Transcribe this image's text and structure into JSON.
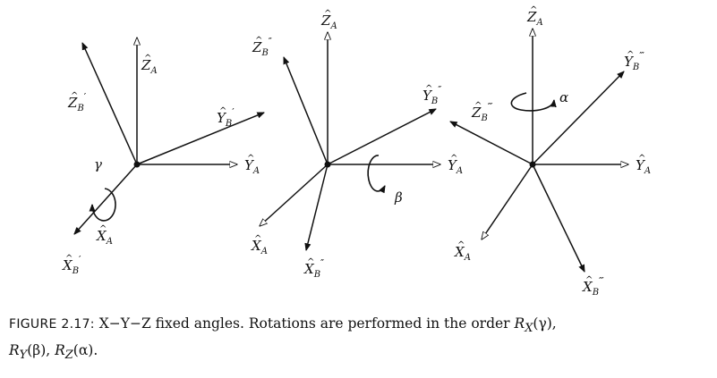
{
  "figure": {
    "panels": [
      {
        "axes": {
          "zA": {
            "base": "Z",
            "sub": "A",
            "prime": ""
          },
          "zB": {
            "base": "Z",
            "sub": "B",
            "prime": "′"
          },
          "yB": {
            "base": "Y",
            "sub": "B",
            "prime": "′"
          },
          "yA": {
            "base": "Y",
            "sub": "A",
            "prime": ""
          },
          "xA": {
            "base": "X",
            "sub": "A",
            "prime": ""
          },
          "xB": {
            "base": "X",
            "sub": "B",
            "prime": "′"
          }
        },
        "angle": "γ"
      },
      {
        "axes": {
          "zA": {
            "base": "Z",
            "sub": "A",
            "prime": ""
          },
          "zB": {
            "base": "Z",
            "sub": "B",
            "prime": "″"
          },
          "yB": {
            "base": "Y",
            "sub": "B",
            "prime": "″"
          },
          "yA": {
            "base": "Y",
            "sub": "A",
            "prime": ""
          },
          "xA": {
            "base": "X",
            "sub": "A",
            "prime": ""
          },
          "xB": {
            "base": "X",
            "sub": "B",
            "prime": "″"
          }
        },
        "angle": "β"
      },
      {
        "axes": {
          "zA": {
            "base": "Z",
            "sub": "A",
            "prime": ""
          },
          "zB": {
            "base": "Z",
            "sub": "B",
            "prime": "‴"
          },
          "yB": {
            "base": "Y",
            "sub": "B",
            "prime": "‴"
          },
          "yA": {
            "base": "Y",
            "sub": "A",
            "prime": ""
          },
          "xA": {
            "base": "X",
            "sub": "A",
            "prime": ""
          },
          "xB": {
            "base": "X",
            "sub": "B",
            "prime": "‴"
          }
        },
        "angle": "α"
      }
    ],
    "hat": "^"
  },
  "caption": {
    "label": "FIGURE 2.17:",
    "text_line1": "X−Y−Z fixed angles. Rotations are performed in the order",
    "rx": {
      "base": "R",
      "sub": "X",
      "arg": "(γ),"
    },
    "ry": {
      "base": "R",
      "sub": "Y",
      "arg": "(β),"
    },
    "rz": {
      "base": "R",
      "sub": "Z",
      "arg": "(α)."
    }
  }
}
